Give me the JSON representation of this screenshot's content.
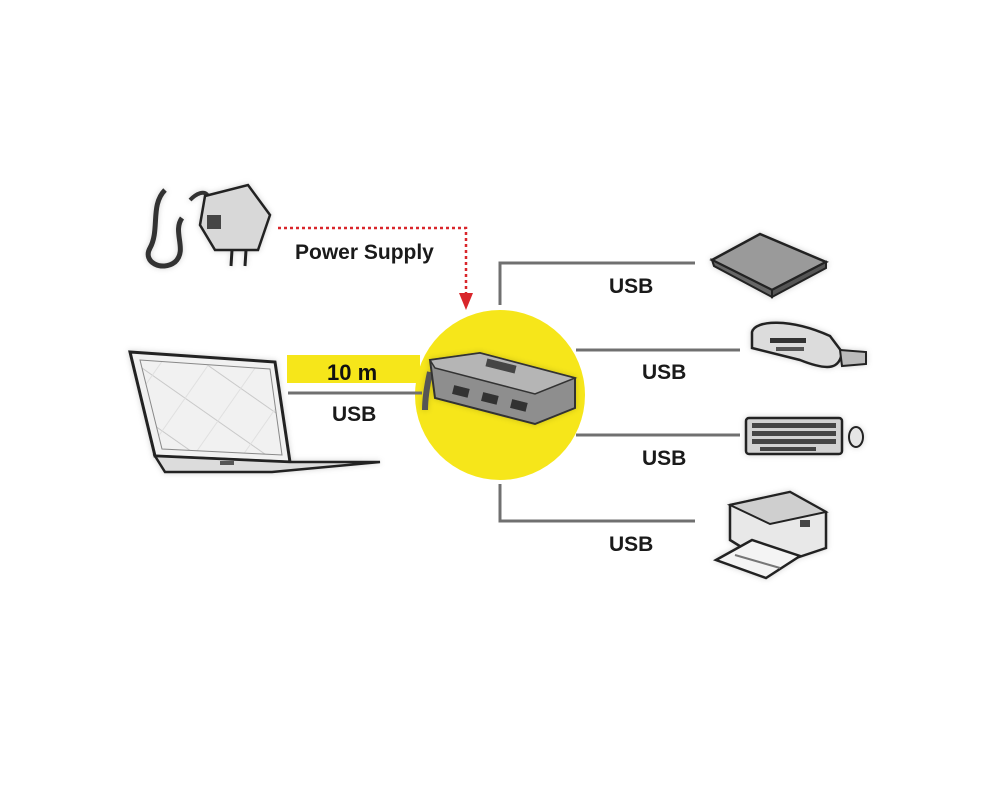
{
  "labels": {
    "power_supply": "Power Supply",
    "cable_length": "10 m",
    "usb_host": "USB",
    "usb_ports": [
      "USB",
      "USB",
      "USB",
      "USB"
    ]
  },
  "devices": {
    "source": "laptop-icon",
    "power": "power-adapter-icon",
    "hub": "usb-hub-icon",
    "outputs": [
      "external-hard-drive-icon",
      "card-reader-icon",
      "keyboard-mouse-icon",
      "printer-icon"
    ]
  },
  "colors": {
    "highlight": "#f6e61a",
    "line": "#707070",
    "power_line": "#d9262b",
    "text": "#1a1a1a"
  }
}
